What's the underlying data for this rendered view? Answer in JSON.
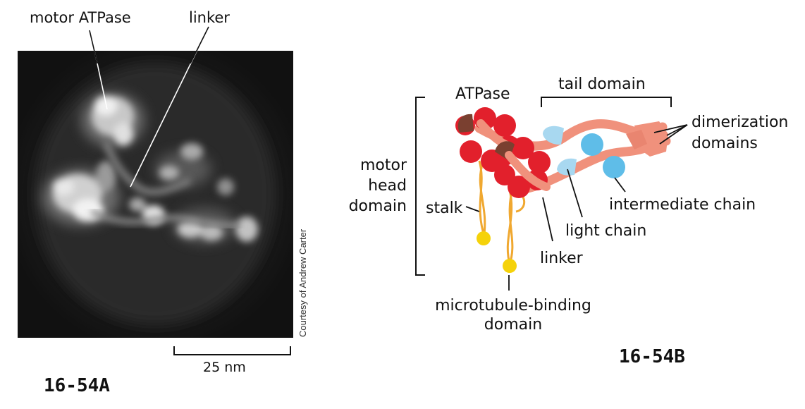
{
  "panel_a": {
    "labels": {
      "motor_atpase": "motor ATPase",
      "linker": "linker"
    },
    "scale_bar": "25 nm",
    "credit": "Courtesy of Andrew Carter",
    "figure_number": "16-54A"
  },
  "panel_b": {
    "labels": {
      "atpase": "ATPase",
      "tail_domain": "tail domain",
      "dimerization_1": "dimerization",
      "dimerization_2": "domains",
      "motor_1": "motor",
      "motor_2": "head",
      "motor_3": "domain",
      "stalk": "stalk",
      "intermediate_chain": "intermediate chain",
      "light_chain": "light chain",
      "linker": "linker",
      "mtb_1": "microtubule-binding",
      "mtb_2": "domain"
    },
    "figure_number": "16-54B"
  },
  "colors": {
    "atpase_red": "#e2202c",
    "atpase_brown": "#7a4030",
    "tail_salmon": "#f0917c",
    "chain_blue": "#5fbde8",
    "light_blue": "#a8d8f0",
    "stalk_orange": "#f0a830",
    "binding_yellow": "#f5d20a"
  }
}
